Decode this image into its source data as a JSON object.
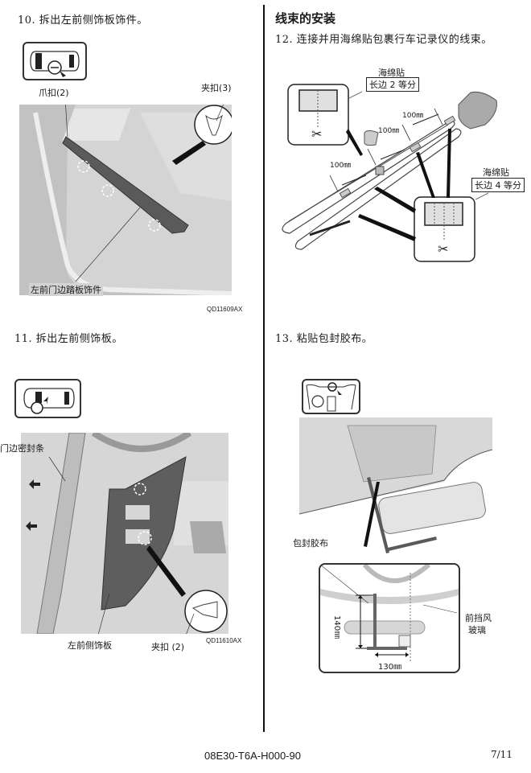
{
  "left_column": {
    "step10": {
      "title": "10. 拆出左前侧饰板饰件。",
      "labels": {
        "claw_clip": "爪扣(2)",
        "clip": "夹扣(3)",
        "part": "左前门边踏板饰件"
      },
      "figure_code": "QD11609AX",
      "locator_icon": "car-top-view-icon"
    },
    "step11": {
      "title": "11. 拆出左前侧饰板。",
      "labels": {
        "seal": "门边密封条",
        "part": "左前侧饰板",
        "clip": "夹扣 (2)"
      },
      "figure_code": "QD11610AX",
      "locator_icon": "car-top-view-icon"
    }
  },
  "right_column": {
    "section_title": "线束的安装",
    "step12": {
      "title": "12. 连接并用海绵贴包裹行车记录仪的线束。",
      "sponge_label_1": "海绵贴",
      "sponge_box_1": "长边 2 等分",
      "sponge_label_2": "海绵贴",
      "sponge_box_2": "长边 4 等分",
      "dims": [
        "100㎜",
        "100㎜",
        "100㎜"
      ]
    },
    "step13": {
      "title": "13. 粘贴包封胶布。",
      "tape_label": "包封胶布",
      "windshield_label_1": "前挡风",
      "windshield_label_2": "玻璃",
      "dim_vertical": "140㎜",
      "dim_horizontal": "130㎜",
      "locator_icon": "dashboard-view-icon"
    }
  },
  "footer": {
    "doc_number": "08E30-T6A-H000-90",
    "page": "7/11"
  },
  "colors": {
    "trim_dark": "#555555",
    "photo_bg": "#cfcfcf",
    "line": "#111111"
  }
}
